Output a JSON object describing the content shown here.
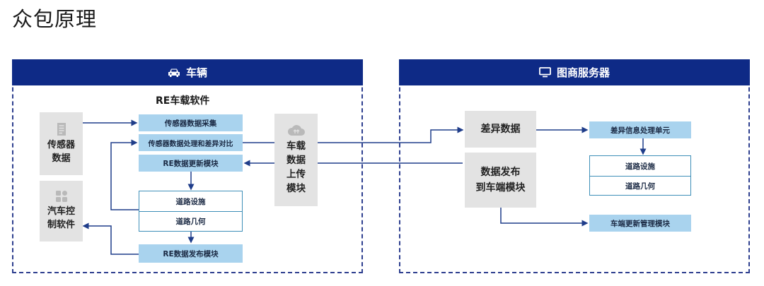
{
  "page_title": "众包原理",
  "vehicle_panel": {
    "header": "车辆",
    "header_icon": "car-icon",
    "software_title": "RE车载软件",
    "sensor_data": {
      "line1": "传感器",
      "line2": "数据",
      "icon": "document-icon"
    },
    "car_control": {
      "line1": "汽车控",
      "line2": "制软件",
      "icon": "app-grid-icon"
    },
    "modules": {
      "collect": "传感器数据采集",
      "process": "传感器数据处理和差异对比",
      "update": "RE数据更新模块",
      "publish": "RE数据发布模块"
    },
    "road_box": {
      "row1": "道路设施",
      "row2": "道路几何"
    },
    "upload": {
      "lines": [
        "车载",
        "数据",
        "上传",
        "模块"
      ],
      "icon": "cloud-upload-icon"
    }
  },
  "server_panel": {
    "header": "图商服务器",
    "header_icon": "monitor-icon",
    "diff_data": "差异数据",
    "publish": {
      "line1": "数据发布",
      "line2": "到车端模块"
    },
    "diff_unit": "差异信息处理单元",
    "road_box": {
      "row1": "道路设施",
      "row2": "道路几何"
    },
    "update_mgmt": "车端更新管理模块"
  },
  "colors": {
    "header_blue": "#0e2a86",
    "light_blue": "#a9d3ee",
    "gray": "#e3e3e3",
    "line_blue": "#1f3d8a"
  }
}
